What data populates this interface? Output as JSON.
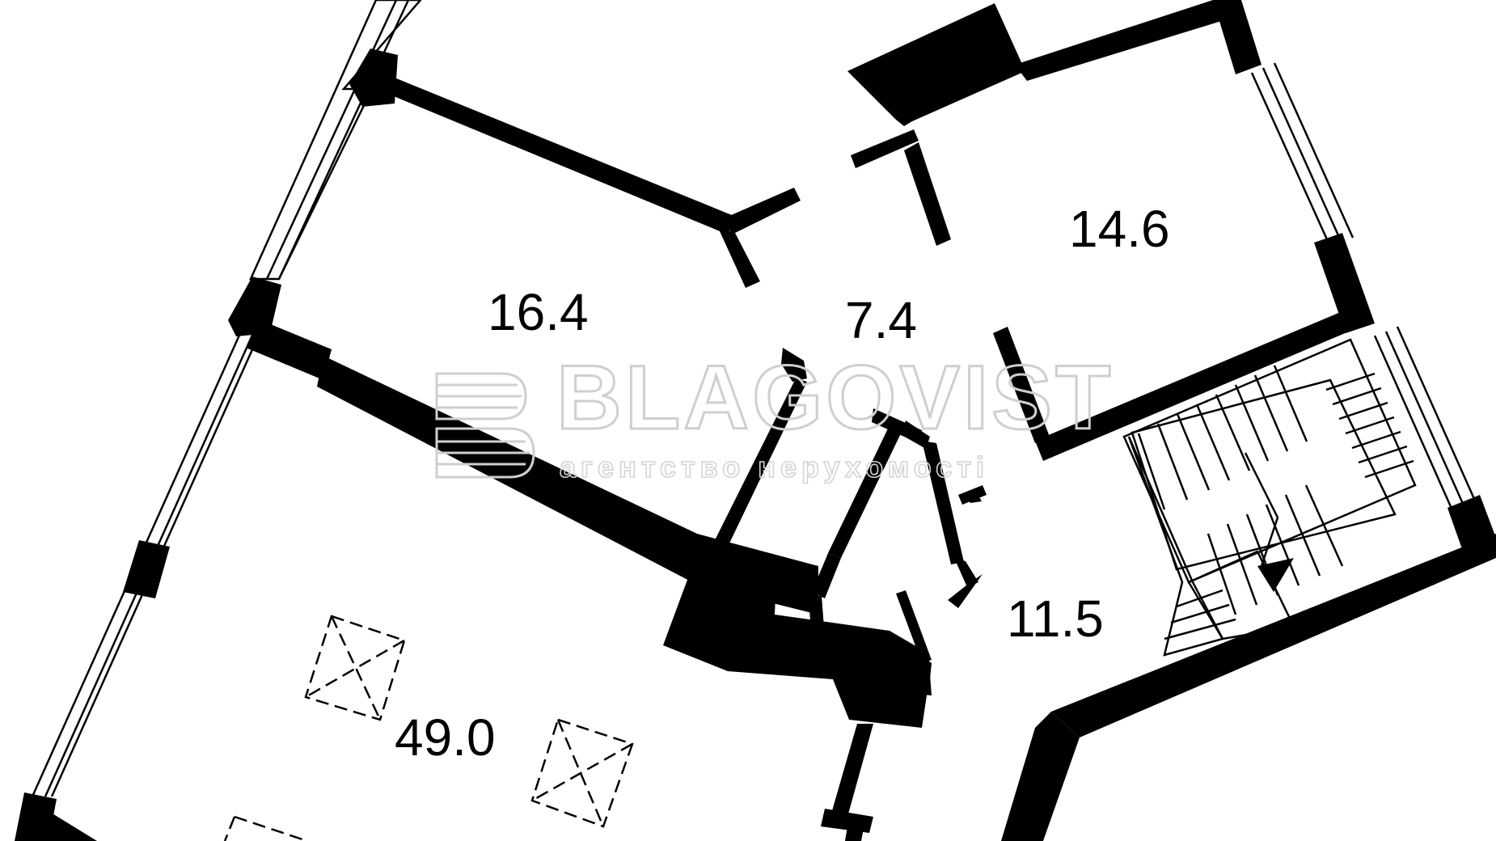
{
  "plan": {
    "rooms": [
      {
        "id": "room-16-4",
        "area": "16.4"
      },
      {
        "id": "room-7-4",
        "area": "7.4"
      },
      {
        "id": "room-14-6",
        "area": "14.6"
      },
      {
        "id": "room-11-5",
        "area": "11.5"
      },
      {
        "id": "room-49-0",
        "area": "49.0"
      }
    ],
    "watermark": {
      "brand": "BLAGOVIST",
      "tagline": "агентство нерухомості"
    },
    "colors": {
      "wall": "#000000",
      "background": "#ffffff",
      "watermark": "#cfcfcf"
    }
  }
}
